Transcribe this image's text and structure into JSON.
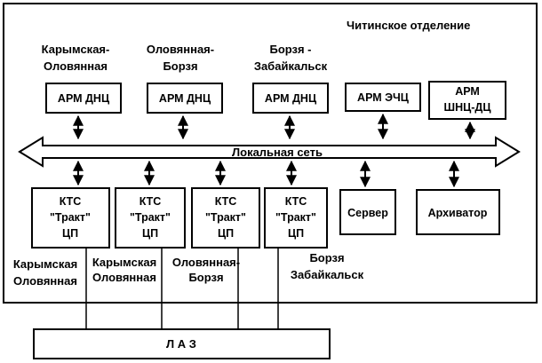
{
  "region_title": "Читинское отделение",
  "section_labels": [
    [
      "Карымская-",
      "Оловянная"
    ],
    [
      "Оловянная-",
      "Борзя"
    ],
    [
      "Борзя -",
      "Забайкальск"
    ]
  ],
  "arm_boxes": [
    [
      "АРМ ДНЦ"
    ],
    [
      "АРМ ДНЦ"
    ],
    [
      "АРМ ДНЦ"
    ],
    [
      "АРМ ЭЧЦ"
    ],
    [
      "АРМ",
      "ШНЦ-ДЦ"
    ]
  ],
  "network_label": "Локальная сеть",
  "kts_boxes": [
    [
      "КТС",
      "\"Тракт\"",
      "ЦП"
    ],
    [
      "КТС",
      "\"Тракт\"",
      "ЦП"
    ],
    [
      "КТС",
      "\"Тракт\"",
      "ЦП"
    ],
    [
      "КТС",
      "\"Тракт\"",
      "ЦП"
    ]
  ],
  "server_label": "Сервер",
  "archiver_label": "Архиватор",
  "line_labels": [
    [
      "Карымская",
      "Оловянная"
    ],
    [
      "Карымская",
      "Оловянная"
    ],
    [
      "Оловянная-",
      "Борзя"
    ],
    [
      "Борзя",
      "Забайкальск"
    ]
  ],
  "laz_label": "Л А З"
}
